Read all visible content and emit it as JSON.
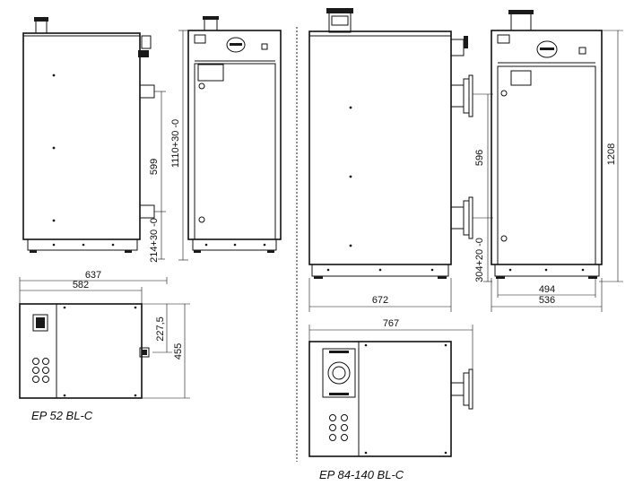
{
  "models": [
    {
      "caption": "EP 52 BL-C",
      "dims": {
        "ports_spacing": "599",
        "height": "1110+30 -0",
        "ports_base": "214+30 -0",
        "top_width_total": "637",
        "top_width_body": "582",
        "top_half_depth": "227,5",
        "top_depth": "455"
      }
    },
    {
      "caption": "EP 84-140 BL-C",
      "dims": {
        "ports_spacing": "596",
        "height": "1208",
        "ports_base": "304+20 -0",
        "side_width": "672",
        "front_inner_width": "494",
        "front_width": "536",
        "top_width_total": "767"
      }
    }
  ]
}
